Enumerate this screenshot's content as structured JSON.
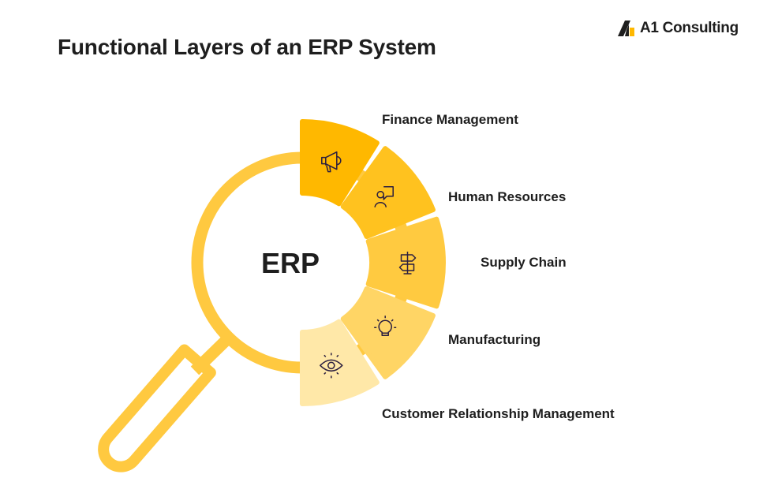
{
  "header": {
    "title": "Functional Layers of an ERP System"
  },
  "logo": {
    "brand": "A1 Consulting",
    "icon": "a1-logo-icon"
  },
  "diagram": {
    "center_label": "ERP",
    "ring_color": "#FFC940",
    "segments": [
      {
        "label": "Finance Management",
        "icon": "megaphone-icon",
        "color": "#FFB800"
      },
      {
        "label": "Human Resources",
        "icon": "person-chat-icon",
        "color": "#FFC21F"
      },
      {
        "label": "Supply Chain",
        "icon": "signpost-icon",
        "color": "#FFCA40"
      },
      {
        "label": "Manufacturing",
        "icon": "lightbulb-icon",
        "color": "#FFD565"
      },
      {
        "label": "Customer Relationship Management",
        "icon": "eye-icon",
        "color": "#FFE8A8"
      }
    ],
    "icon_color": "#2B1E3F"
  }
}
